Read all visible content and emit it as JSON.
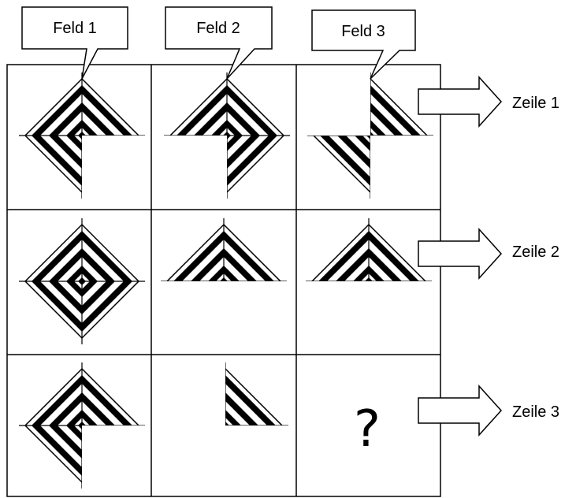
{
  "callouts": {
    "feld1": "Feld 1",
    "feld2": "Feld 2",
    "feld3": "Feld 3"
  },
  "rows": {
    "zeile1": "Zeile 1",
    "zeile2": "Zeile 2",
    "zeile3": "Zeile 3"
  },
  "missing_cell": {
    "symbol": "?"
  },
  "colors": {
    "ink": "#000000",
    "paper": "#ffffff"
  }
}
